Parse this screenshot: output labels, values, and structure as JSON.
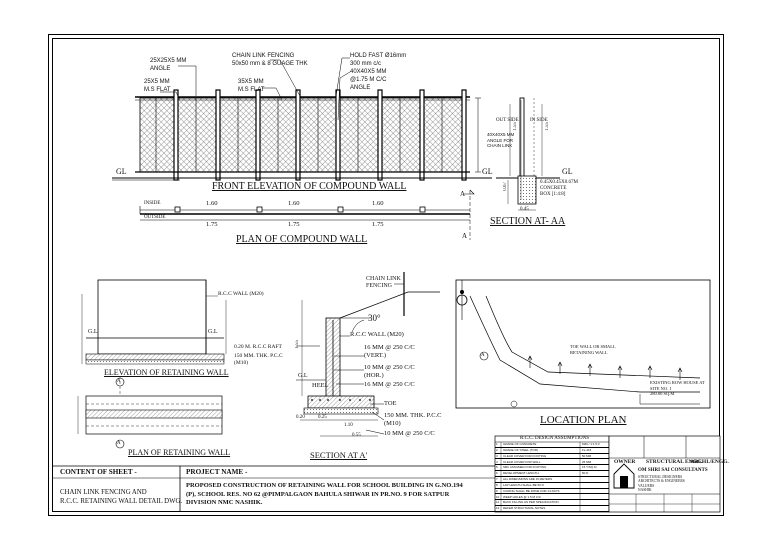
{
  "front_elevation": {
    "title": "FRONT ELEVATION OF COMPOUND WALL",
    "label_angle_top": "25X25X5 MM",
    "label_angle_top2": "ANGLE",
    "label_flat": "25X5 MM",
    "label_flat2": "M.S FLAT",
    "label_fencing": "CHAIN LINK FENCING",
    "label_fencing2": "50x50 mm & 8 GUAGE THK",
    "label_flat_b": "35X5 MM",
    "label_flat_b2": "M.S FLAT",
    "label_holdfast": "HOLD FAST Ø16mm",
    "label_holdfast2": "300 mm c/c",
    "label_holdfast3": "40X40X5 MM",
    "label_holdfast4": "@1.75 M C/C",
    "label_holdfast5": "ANGLE",
    "gl_left": "GL",
    "gl_right": "GL",
    "section_mark": "A"
  },
  "plan_compound": {
    "title": "PLAN OF COMPOUND WALL",
    "inside": "INSIDE",
    "outside": "OUTSIDE",
    "dims_top": [
      "1.60",
      "1.60",
      "1.60"
    ],
    "dims_bottom": [
      "1.75",
      "1.75",
      "1.75"
    ],
    "section_mark": "A"
  },
  "section_aa": {
    "title": "SECTION AT- AA",
    "outside": "OUT SIDE",
    "inside": "IN SIDE",
    "angle_label": "40X40X5 MM",
    "angle_label2": "ANGLE FOR",
    "angle_label3": "CHAIN LINK",
    "concrete": "0.45X0.45X0.67M",
    "concrete2": "CONCRETE",
    "concrete3": "BOX [1:4:8]",
    "dim_h": "1.55",
    "dim_h2": "1.55",
    "dim_d": "0.67",
    "dim_w": "0.45",
    "gl": "GL"
  },
  "retaining_elev": {
    "title": "ELEVATION  OF RETAINING WALL",
    "rcc_wall": "R.C.C WALL (M20)",
    "gl": "G.L",
    "gl2": "G.L",
    "raft": "0.20 M. R.C.C RAFT",
    "pcc": "150 MM. THK. P.C.C",
    "pcc2": "(M10)",
    "mark": "A"
  },
  "retaining_plan": {
    "title": "PLAN OF RETAINING WALL",
    "mark": "A"
  },
  "section_a": {
    "title": "SECTION AT A'",
    "chain_link": "CHAIN LINK",
    "fencing": "FENCING",
    "angle": "30°",
    "rcc_wall": "R.C.C WALL (M20)",
    "bar1": "16 MM @ 250 C/C",
    "bar1b": "(VERT.)",
    "bar2": "10 MM @ 250 C/C",
    "bar2b": "(HOR.)",
    "bar3": "16 MM @ 250 C/C",
    "heel": "HEEL",
    "toe": "TOE",
    "pcc": "150 MM. THK. P.C.C",
    "pcc2": "(M10)",
    "bar4": "10 MM @ 250 C/C",
    "dims": [
      "0.20",
      "0.25",
      "1.10",
      "0.55",
      "1.55"
    ],
    "gl": "G.L"
  },
  "location_plan": {
    "title": "LOCATION PLAN",
    "label_wall": "TOE WALL OR SMALL",
    "label_wall2": "RETAINING WALL",
    "label_row": "EXISTING ROW HOUSE AT",
    "label_row2": "SITE NO. 1",
    "label_row3": "280.00 SQ.M",
    "mark": "A"
  },
  "design_table": {
    "title": "R.C.C. DESIGN ASSUMPTIONS",
    "rows": [
      [
        "1",
        "GRADE OF CONCRETE",
        "M20 / 1:1.5:3"
      ],
      [
        "2",
        "GRADE OF STEEL (TOR)",
        "Fe 415"
      ],
      [
        "3",
        "CLEAR COVER FOR FOOTING",
        "50 MM"
      ],
      [
        "4",
        "CLEAR COVER FOR WALL",
        "25 MM"
      ],
      [
        "5",
        "SBC ASSUMED FOR FOOTING",
        "15 T/SQ.M"
      ],
      [
        "6",
        "DEVELOPMENT LENGTH",
        "50 D"
      ],
      [
        "7",
        "ALL DIMENSIONS ARE IN METERS",
        ""
      ],
      [
        "8",
        "LAP LENGTH SHALL BE 50 D",
        ""
      ],
      [
        "9",
        "CURING SHALL BE DONE FOR 14 DAYS",
        ""
      ],
      [
        "10",
        "WEEP HOLES @ 1.5 M C/C",
        ""
      ],
      [
        "11",
        "BACK FILLING AS PER SPECIFICATION",
        ""
      ],
      [
        "12",
        "REFER STRUCTURAL NOTES",
        ""
      ]
    ]
  },
  "title_block": {
    "owner": "OWNER",
    "structural": "STRUCTURAL ENGG.",
    "architect": "ARCHI./ENGG.",
    "firm": "OM SHRI SAI CONSULTANTS",
    "firm_lines": [
      "STRUCTURAL DESIGNERS",
      "ARCHITECTS & ENGINEERS",
      "VALUERS",
      "NASHIK"
    ],
    "content_label": "CONTENT OF SHEET -",
    "content_value": "CHAIN LINK FENCING AND",
    "content_value2": "R.C.C. RETAINING  WALL DETAIL DWG.",
    "project_label": "PROJECT NAME -",
    "project_value": "PROPOSED CONSTRUCTION OF RETAINING WALL FOR SCHOOL BUILDING IN  G.NO.194",
    "project_value2": "(P), SCHOOL RES. NO 62 @PIMPALGAON BAHULA SHIWAR IN PR.NO. 9 FOR SATPUR",
    "project_value3": "DIVISION NMC NASHIK."
  }
}
